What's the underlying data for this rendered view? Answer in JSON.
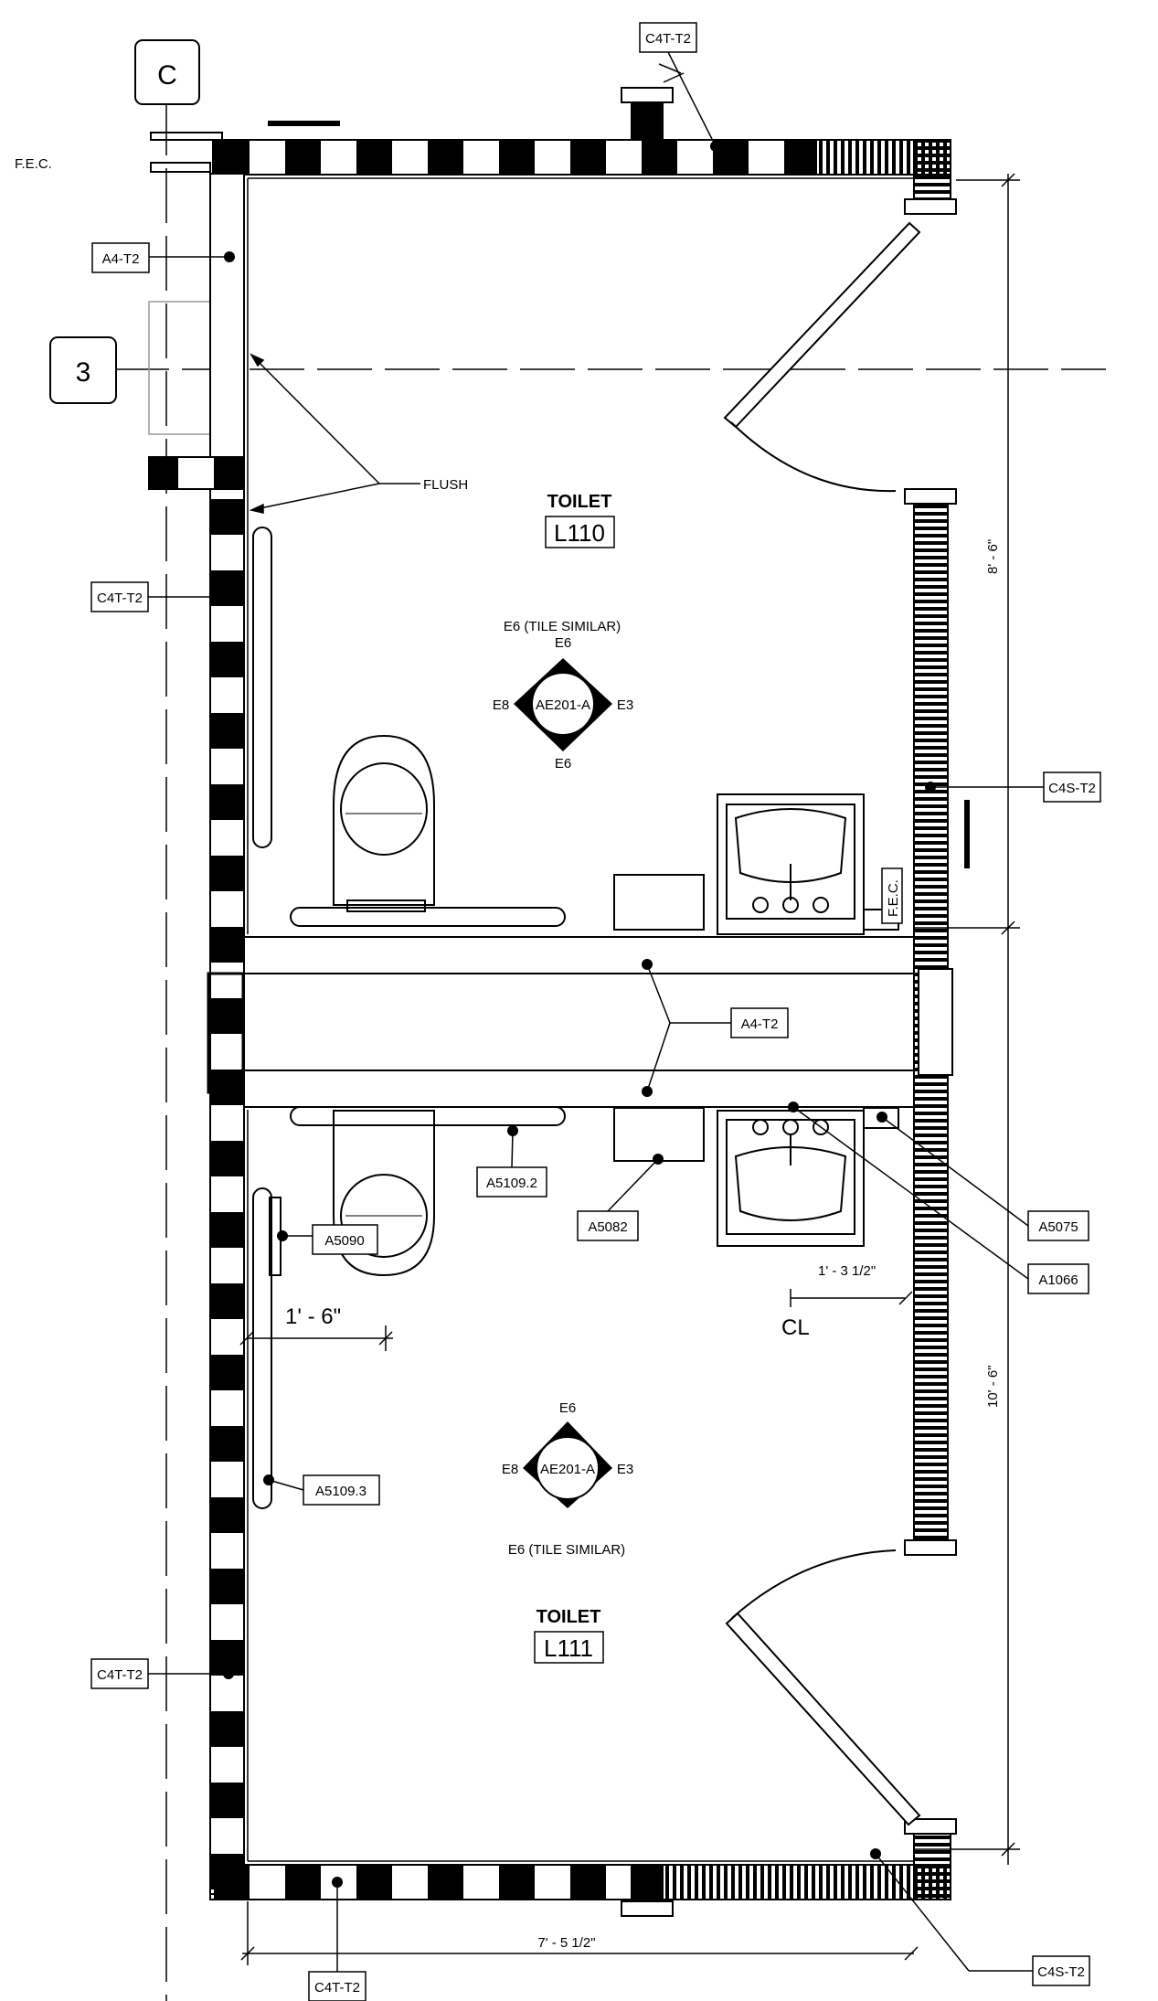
{
  "grid": {
    "column": "C",
    "row": "3"
  },
  "fec": "F.E.C.",
  "flush": "FLUSH",
  "rooms": [
    {
      "name": "TOILET",
      "number": "L110"
    },
    {
      "name": "TOILET",
      "number": "L111"
    }
  ],
  "elevation_markers": [
    {
      "ref": "AE201-A",
      "top": "E6",
      "left": "E8",
      "right": "E3",
      "bottom": "E6",
      "note": "E6 (TILE SIMILAR)"
    },
    {
      "ref": "AE201-A",
      "top": "E6",
      "left": "E8",
      "right": "E3",
      "note": "E6 (TILE SIMILAR)"
    }
  ],
  "tags": {
    "c4t_t2_top": "C4T-T2",
    "a4_t2_top": "A4-T2",
    "c4t_t2_left_upper": "C4T-T2",
    "c4s_t2_right": "C4S-T2",
    "a4_t2_mid": "A4-T2",
    "a5109_2": "A5109.2",
    "a5082": "A5082",
    "a5075": "A5075",
    "a1066": "A1066",
    "a5090": "A5090",
    "a5109_3": "A5109.3",
    "c4t_t2_left_lower": "C4T-T2",
    "c4s_t2_bottom": "C4S-T2",
    "c4t_t2_bottom": "C4T-T2"
  },
  "dimensions": {
    "grab_bar": "1' - 6\"",
    "sink_offset": "1' - 3 1/2\"",
    "upper_room": "8' - 6\"",
    "lower_room": "10' - 6\"",
    "width": "7' - 5 1/2\""
  },
  "centerline": "CL"
}
